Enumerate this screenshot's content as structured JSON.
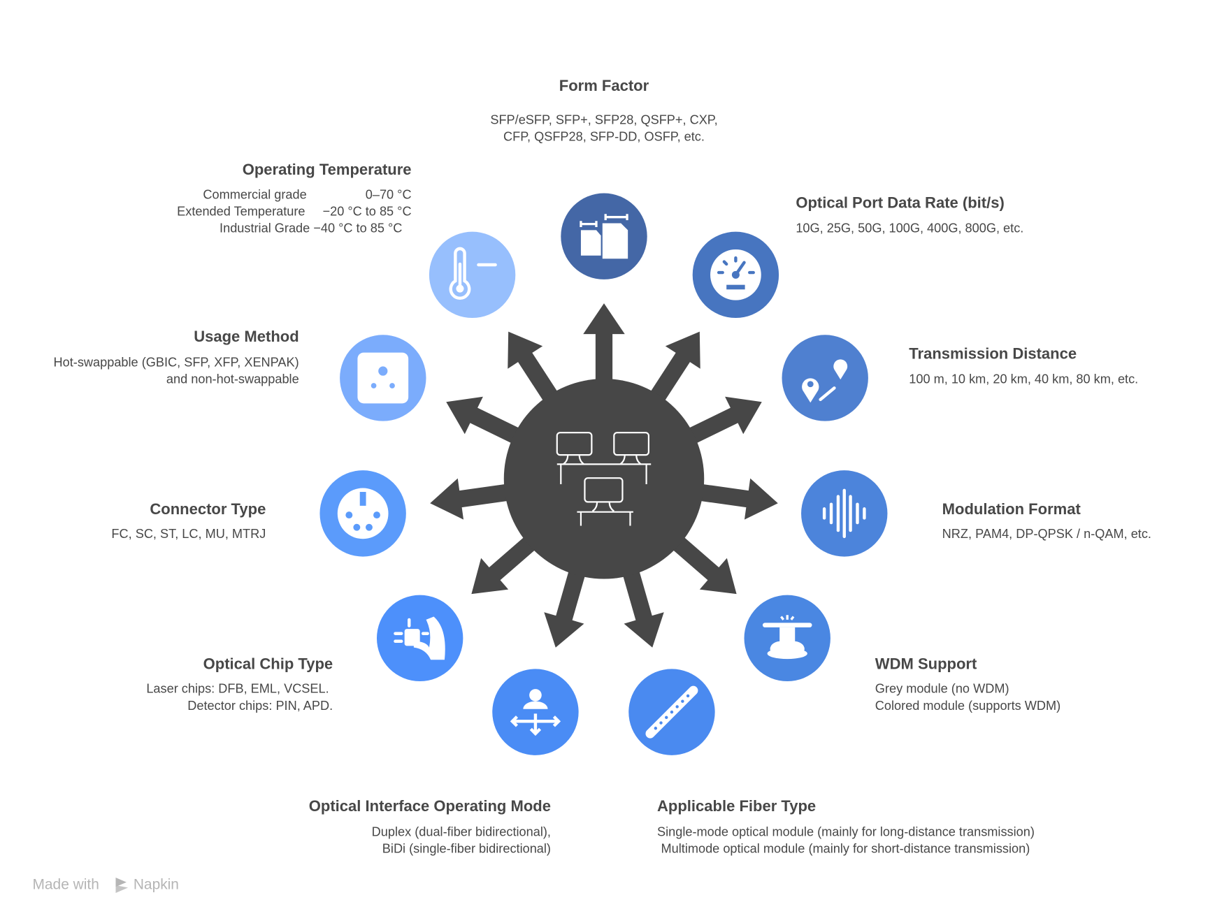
{
  "colors": {
    "hub": "#474747",
    "text": "#474747",
    "watermark": "#b5b5b5"
  },
  "center": {
    "icon": "computer-network-icon"
  },
  "nodes": [
    {
      "id": "form-factor",
      "title": "Form Factor",
      "lines": [
        "SFP/eSFP, SFP+, SFP28, QSFP+, CXP,",
        "CFP, QSFP28, SFP-DD, OSFP, etc."
      ],
      "icon": "sfp-module-icon",
      "color": "#4467a6"
    },
    {
      "id": "data-rate",
      "title": "Optical Port Data Rate (bit/s)",
      "lines": [
        "10G, 25G, 50G, 100G, 400G, 800G, etc."
      ],
      "icon": "speedometer-icon",
      "color": "#4775c0"
    },
    {
      "id": "distance",
      "title": "Transmission Distance",
      "lines": [
        "100 m, 10 km, 20 km, 40 km, 80 km, etc."
      ],
      "icon": "map-pins-distance-icon",
      "color": "#4f80d0"
    },
    {
      "id": "modulation",
      "title": "Modulation Format",
      "lines": [
        "NRZ, PAM4, DP-QPSK / n-QAM, etc."
      ],
      "icon": "sound-wave-icon",
      "color": "#4c84db"
    },
    {
      "id": "wdm",
      "title": "WDM Support",
      "lines": [
        "Grey module (no WDM)",
        "Colored module (supports WDM)"
      ],
      "icon": "spool-icon",
      "color": "#4a87e2"
    },
    {
      "id": "fiber",
      "title": "Applicable Fiber Type",
      "lines": [
        "Single-mode optical module (mainly for long-distance transmission)",
        "Multimode optical module (mainly for short-distance transmission)"
      ],
      "icon": "fiber-cable-icon",
      "color": "#4a8af0"
    },
    {
      "id": "op-mode",
      "title": "Optical Interface Operating Mode",
      "lines": [
        "Duplex (dual-fiber bidirectional),",
        "BiDi (single-fiber bidirectional)"
      ],
      "icon": "person-directions-icon",
      "color": "#4a8cf5"
    },
    {
      "id": "chip",
      "title": "Optical Chip Type",
      "lines": [
        "Laser chips: DFB, EML, VCSEL.",
        "Detector chips: PIN, APD."
      ],
      "icon": "hand-chip-icon",
      "color": "#4d90fb"
    },
    {
      "id": "connector",
      "title": "Connector Type",
      "lines": [
        "FC, SC, ST, LC, MU, MTRJ"
      ],
      "icon": "connector-plug-icon",
      "color": "#5b9bfb"
    },
    {
      "id": "usage",
      "title": "Usage Method",
      "lines": [
        "Hot-swappable (GBIC, SFP, XFP, XENPAK)",
        "and non-hot-swappable"
      ],
      "icon": "socket-icon",
      "color": "#7bacfc"
    },
    {
      "id": "temperature",
      "title": "Operating Temperature",
      "rows": [
        {
          "label": "Commercial grade",
          "value": "0–70 °C"
        },
        {
          "label": "Extended Temperature",
          "value": "−20 °C to 85 °C"
        }
      ],
      "last_line": "Industrial Grade −40 °C to 85 °C",
      "icon": "thermometer-icon",
      "color": "#97bffd"
    }
  ],
  "watermark": {
    "prefix": "Made with",
    "brand": "Napkin"
  }
}
